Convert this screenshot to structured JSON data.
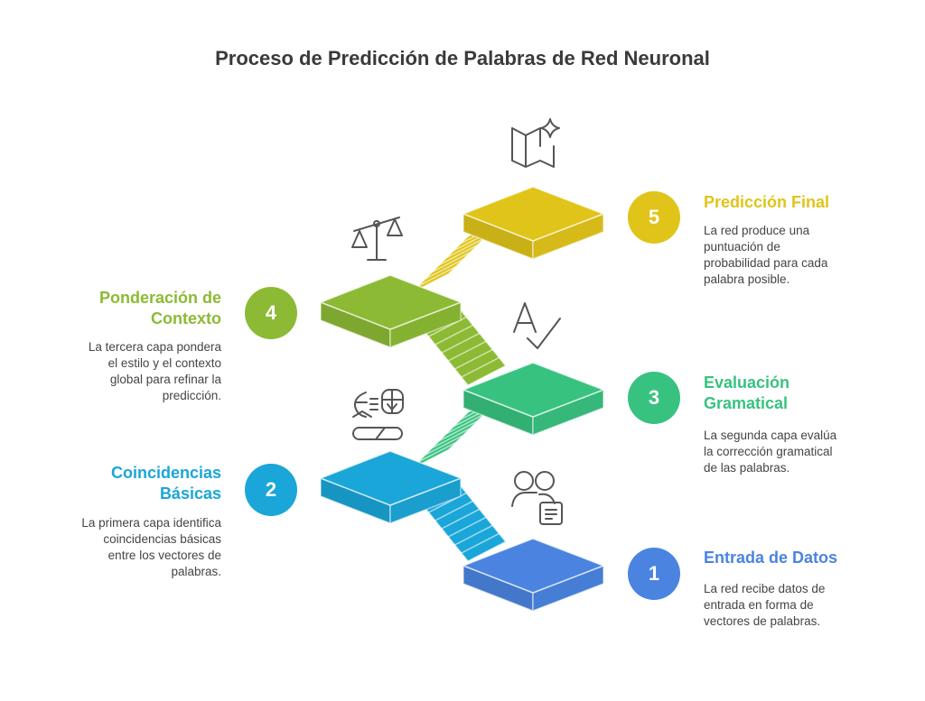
{
  "title": "Proceso de Predicción de Palabras de Red Neuronal",
  "steps": [
    {
      "number": "1",
      "title_lines": [
        "Entrada de Datos"
      ],
      "description_lines": [
        "La red recibe datos de",
        "entrada en forma de",
        "vectores de palabras."
      ],
      "color": "#4a84e0",
      "icon": "people-document-icon"
    },
    {
      "number": "2",
      "title_lines": [
        "Coincidencias",
        "Básicas"
      ],
      "description_lines": [
        "La primera capa identifica",
        "coincidencias básicas",
        "entre los vectores de",
        "palabras."
      ],
      "color": "#1aa6d8",
      "icon": "matching-faces-icon"
    },
    {
      "number": "3",
      "title_lines": [
        "Evaluación",
        "Gramatical"
      ],
      "description_lines": [
        "La segunda capa evalúa",
        "la corrección gramatical",
        "de las palabras."
      ],
      "color": "#38c280",
      "icon": "spellcheck-icon"
    },
    {
      "number": "4",
      "title_lines": [
        "Ponderación de",
        "Contexto"
      ],
      "description_lines": [
        "La tercera capa pondera",
        "el estilo y el contexto",
        "global para refinar la",
        "predicción."
      ],
      "color": "#8cba34",
      "icon": "balance-scale-icon"
    },
    {
      "number": "5",
      "title_lines": [
        "Predicción Final"
      ],
      "description_lines": [
        "La red produce una",
        "puntuación de",
        "probabilidad para cada",
        "palabra posible."
      ],
      "color": "#e0c41a",
      "icon": "map-sparkle-icon"
    }
  ]
}
